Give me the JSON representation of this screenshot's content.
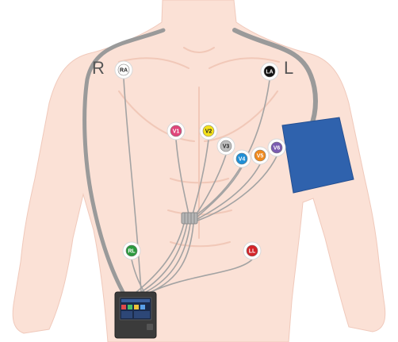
{
  "sides": {
    "right": "R",
    "left": "L"
  },
  "colors": {
    "skin": "#fbe1d6",
    "skin_shade": "#f2cbbd",
    "cable": "#9a9a9a",
    "cuff": "#2f62ad",
    "recorder": "#3b3b3b"
  },
  "electrodes": [
    {
      "id": "ra",
      "label": "RA",
      "color": "#ffffff",
      "text_color": "#222222"
    },
    {
      "id": "la",
      "label": "LA",
      "color": "#111111",
      "text_color": "#ffffff"
    },
    {
      "id": "v1",
      "label": "V1",
      "color": "#e0457b",
      "text_color": "#ffffff"
    },
    {
      "id": "v2",
      "label": "V2",
      "color": "#f4e11b",
      "text_color": "#222222"
    },
    {
      "id": "v3",
      "label": "V3",
      "color": "#bdbdbd",
      "text_color": "#222222"
    },
    {
      "id": "v4",
      "label": "V4",
      "color": "#1f8fd6",
      "text_color": "#ffffff"
    },
    {
      "id": "v5",
      "label": "V5",
      "color": "#f08a1e",
      "text_color": "#ffffff"
    },
    {
      "id": "v6",
      "label": "V6",
      "color": "#7a5bb0",
      "text_color": "#ffffff"
    },
    {
      "id": "rl",
      "label": "RL",
      "color": "#2a9a3e",
      "text_color": "#ffffff"
    },
    {
      "id": "ll",
      "label": "LL",
      "color": "#d4252a",
      "text_color": "#ffffff"
    }
  ]
}
